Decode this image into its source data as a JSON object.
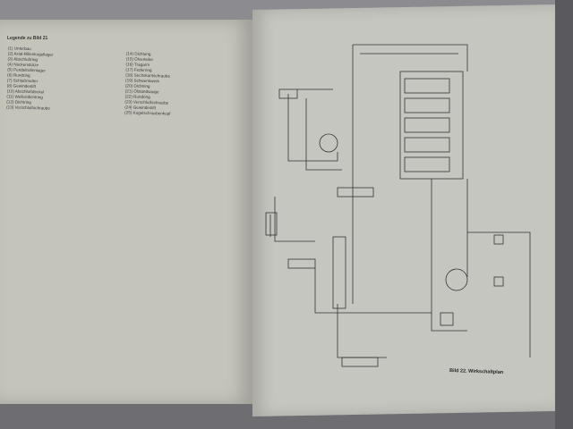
{
  "left_page": {
    "title": "Legende zu Bild 21",
    "legend_col1": [
      "(1) Unterbau",
      "(2) Axial-Rillenkugellager",
      "(3) Abschlußring",
      "(4) Nockenstütze",
      "(5) Pendelrollenlager",
      "(6) Rundring",
      "(7) Schlußmutter",
      "(8) Gewindestift",
      "(10) Abschlußdeckel",
      "(11) Wellendichtring",
      "(12) Dichtring",
      "(13) Verschlußschraube"
    ],
    "legend_col2": [
      "(14) Dichtung",
      "(15) Ölverteiler",
      "(16) Tragarm",
      "(17) Federring",
      "(18) Sechskantschraube",
      "(19) Schwenkwerk",
      "(20) Dichtring",
      "(21) Ölstandsauge",
      "(22) Rundring",
      "(23) Verschlußschraube",
      "(24) Gewindestift",
      "(25) Kugelschraubenkopf"
    ]
  },
  "right_page": {
    "caption": "Bild 22.  Wirkschaltplan"
  }
}
